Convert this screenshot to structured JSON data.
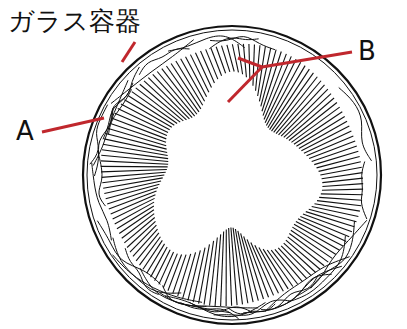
{
  "diagram": {
    "labels": [
      "ガラス容器",
      "A",
      "B"
    ]
  }
}
